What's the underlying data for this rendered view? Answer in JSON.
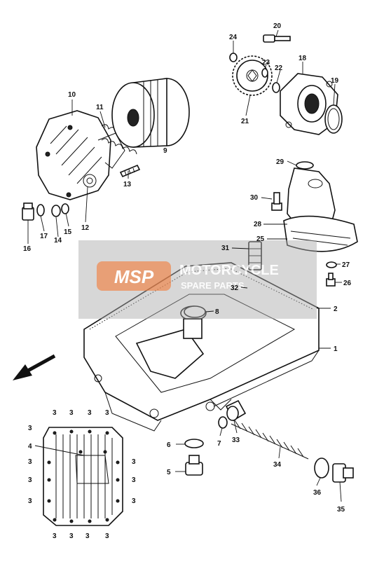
{
  "diagram": {
    "watermark": {
      "logo": "MSP",
      "text": "MOTORCYCLE",
      "subtext": "SPARE PARTS",
      "colors": {
        "logo_bg": "#e8824a",
        "logo_text": "#ffffff",
        "band": "#a9a9a9",
        "band_text": "#ffffff"
      }
    },
    "labels": {
      "p1": "1",
      "p2": "2",
      "p3": "3",
      "p4": "4",
      "p5": "5",
      "p6": "6",
      "p7": "7",
      "p8": "8",
      "p9": "9",
      "p10": "10",
      "p11": "11",
      "p12": "12",
      "p13": "13",
      "p14": "14",
      "p15": "15",
      "p16": "16",
      "p17": "17",
      "p18": "18",
      "p19": "19",
      "p20": "20",
      "p21": "21",
      "p22": "22",
      "p23": "23",
      "p24": "24",
      "p25": "25",
      "p26": "26",
      "p27": "27",
      "p28": "28",
      "p29": "29",
      "p30": "30",
      "p31": "31",
      "p32": "32",
      "p33": "33",
      "p34": "34",
      "p35": "35",
      "p36": "36"
    },
    "bolt_label": "3",
    "front_arrow_icon": "front-direction-arrow-icon"
  }
}
